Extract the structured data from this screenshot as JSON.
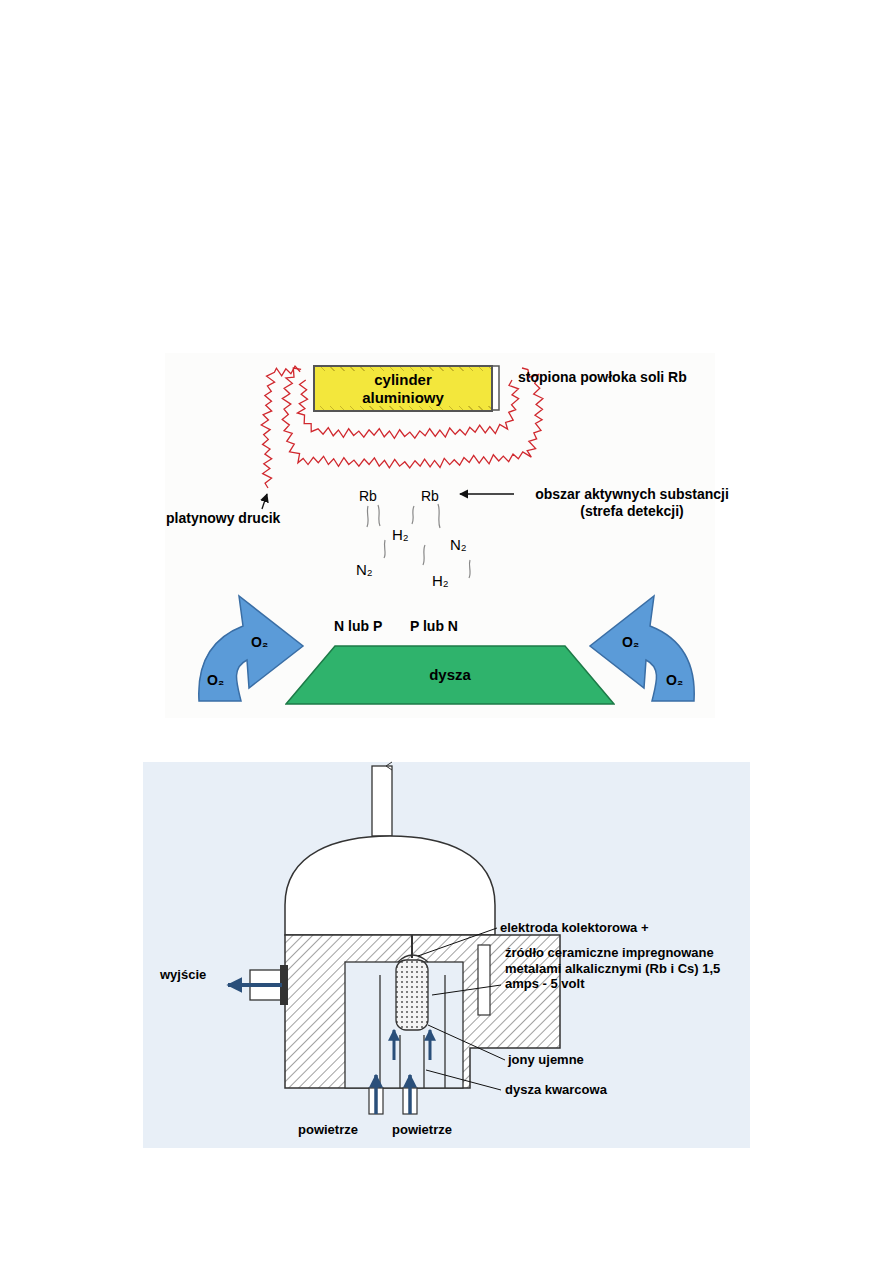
{
  "diagram": {
    "nodes": [
      {
        "text": [
          "cylinder aluminiowy"
        ]
      },
      {
        "text": [
          "O₂",
          "O₂"
        ]
      },
      {
        "text": [
          "dysza"
        ]
      },
      {
        "text": [
          "O₂",
          "O₂"
        ]
      }
    ],
    "labels": [
      "stopiona powłoka soli Rb",
      "platynowy drucik",
      "Rb",
      "Rb",
      "obszar aktywnych substancji (strefa detekcji)",
      "H₂",
      "N₂",
      "N₂",
      "H₂",
      "N lub P",
      "P lub N",
      "elektroda kolektorowa +",
      "źródło ceramiczne impregnowane metalami alkalicznymi (Rb i Cs) 1,5 amps - 5 volt",
      "wyjście",
      "jony ujemne",
      "dysza kwarcowa",
      "powietrze",
      "powietrze"
    ]
  }
}
